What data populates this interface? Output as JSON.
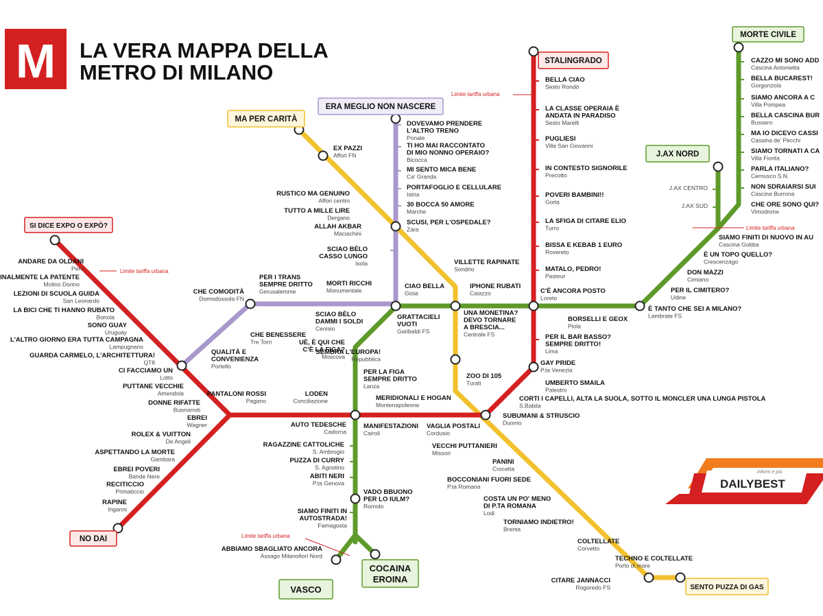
{
  "title": {
    "line1": "LA VERA MAPPA DELLA",
    "line2": "METRO DI MILANO",
    "logo_letter": "M"
  },
  "brand": {
    "name": "DAILYBEST",
    "tagline": "inform e più"
  },
  "tariff_label": "Limite tariffa urbana",
  "colors": {
    "red": "#d42020",
    "yellow": "#f2c12e",
    "green": "#5e9a2a",
    "purple": "#a898cc",
    "logo": "#d42020"
  },
  "terminals": {
    "stalingrado": "STALINGRADO",
    "morte_civile": "MORTE CIVILE",
    "jax_nord": "J.AX NORD",
    "ma_per_carita": "MA PER CARITÀ",
    "era_meglio": "ERA MEGLIO NON NASCERE",
    "si_dice_expo": "SI DICE EXPO O EXPÒ?",
    "no_dai": "NO DAI",
    "vasco": "VASCO",
    "cocaina_1": "COCAINA",
    "cocaina_2": "EROINA",
    "sento_puzza": "SENTO PUZZA DI GAS"
  },
  "side_labels": {
    "jax_centro": "J.AX CENTRO",
    "jax_sud": "J.AX SUD"
  },
  "stations": [
    {
      "t": [
        "BELLA CIAO"
      ],
      "s": "Sesto Rondò"
    },
    {
      "t": [
        "LA CLASSE OPERAIA È",
        "ANDATA IN PARADISO"
      ],
      "s": "Sesto Marelli"
    },
    {
      "t": [
        "PUGLIESI"
      ],
      "s": "Villa San Giovanni"
    },
    {
      "t": [
        "IN CONTESTO SIGNORILE"
      ],
      "s": "Precotto"
    },
    {
      "t": [
        "POVERI BAMBINI!!"
      ],
      "s": "Gorla"
    },
    {
      "t": [
        "LA SFIGA DI CITARE ELIO"
      ],
      "s": "Turro"
    },
    {
      "t": [
        "BISSA E KEBAB 1 EURO"
      ],
      "s": "Rovereto"
    },
    {
      "t": [
        "MATALO, PEDRO!"
      ],
      "s": "Pasteur"
    },
    {
      "t": [
        "C'È ANCORA POSTO"
      ],
      "s": "Loreto"
    },
    {
      "t": [
        "BORSELLI E GEOX"
      ],
      "s": "Piola"
    },
    {
      "t": [
        "PER IL BAR BASSO?",
        "SEMPRE DRITTO!"
      ],
      "s": "Lima"
    },
    {
      "t": [
        "GAY PRIDE"
      ],
      "s": "P.ta Venezia"
    },
    {
      "t": [
        "UMBERTO SMAILA"
      ],
      "s": "Palestro"
    },
    {
      "t": [
        "CORTI I CAPELLI, ALTA LA SUOLA, SOTTO IL MONCLER UNA LUNGA PISTOLA"
      ],
      "s": "S.Babila"
    },
    {
      "t": [
        "SUBUMANI & STRUSCIO"
      ],
      "s": "Duomo"
    },
    {
      "t": [
        "CAZZO MI SONO ADD"
      ],
      "s": "Cascina Antonietta"
    },
    {
      "t": [
        "BELLA BUCAREST!"
      ],
      "s": "Gorgonzola"
    },
    {
      "t": [
        "SIAMO ANCORA A C"
      ],
      "s": "Villa Pompea"
    },
    {
      "t": [
        "BELLA CASCINA BUR"
      ],
      "s": "Bussero"
    },
    {
      "t": [
        "MA IO DICEVO CASSI"
      ],
      "s": "Cassina de' Pecchi"
    },
    {
      "t": [
        "SIAMO TORNATI A CA"
      ],
      "s": "Villa Fiorita"
    },
    {
      "t": [
        "PARLA ITALIANO?"
      ],
      "s": "Cernusco S.N."
    },
    {
      "t": [
        "NON SDRAIARSI SUI"
      ],
      "s": "Cascina Burrona"
    },
    {
      "t": [
        "CHE ORE SONO QUI?"
      ],
      "s": "Vimodrone"
    },
    {
      "t": [
        "SIAMO FINITI DI NUOVO IN AU"
      ],
      "s": "Cascina Gobba"
    },
    {
      "t": [
        "È UN TOPO QUELLO?"
      ],
      "s": "Crescenzago"
    },
    {
      "t": [
        "DON MAZZI"
      ],
      "s": "Cimiano"
    },
    {
      "t": [
        "PER IL CIMITERO?"
      ],
      "s": "Udine"
    },
    {
      "t": [
        "È TANTO CHE SEI A MILANO?"
      ],
      "s": "Lambrate FS"
    },
    {
      "t": [
        "EX PAZZI"
      ],
      "s": "Affori FN"
    },
    {
      "t": [
        "RUSTICO MA GENUINO"
      ],
      "s": "Affori centro"
    },
    {
      "t": [
        "TUTTO A MILLE LIRE"
      ],
      "s": "Dergano"
    },
    {
      "t": [
        "ALLAH AKBAR"
      ],
      "s": "Maciachini"
    },
    {
      "t": [
        "SCIAO BÈLO",
        "CASSO LUNGO"
      ],
      "s": "Isola"
    },
    {
      "t": [
        "DOVEVAMO PRENDERE",
        "L'ALTRO TRENO"
      ],
      "s": "Ponale"
    },
    {
      "t": [
        "TI HO MAI RACCONTATO",
        "DI MIO NONNO OPERAIO?"
      ],
      "s": "Bicocca"
    },
    {
      "t": [
        "MI SENTO MICA BENE"
      ],
      "s": "Ca' Granda"
    },
    {
      "t": [
        "PORTAFOGLIO E CELLULARE"
      ],
      "s": "Istria"
    },
    {
      "t": [
        "30 BOCCA 50 AMORE"
      ],
      "s": "Marche"
    },
    {
      "t": [
        "SCUSI, PER L'OSPEDALE?"
      ],
      "s": "Zara"
    },
    {
      "t": [
        "VILLETTE RAPINATE"
      ],
      "s": "Sondrio"
    },
    {
      "t": [
        "CIAO BELLA"
      ],
      "s": "Gioia"
    },
    {
      "t": [
        "IPHONE RUBATI"
      ],
      "s": "Caiazzo"
    },
    {
      "t": [
        "UNA MONETINA?",
        "DEVO TORNARE",
        "A BRESCIA..."
      ],
      "s": "Centrale FS"
    },
    {
      "t": [
        "GRATTACIELI",
        "VUOTI"
      ],
      "s": "Garibaldi FS"
    },
    {
      "t": [
        "MORTI RICCHI"
      ],
      "s": "Monumentale"
    },
    {
      "t": [
        "PER I TRANS",
        "SEMPRE DRITTO"
      ],
      "s": "Gerusalemme"
    },
    {
      "t": [
        "SCIAO BÈLO",
        "DAMMI I SOLDI"
      ],
      "s": "Cenisio"
    },
    {
      "t": [
        "CHE COMODITÀ"
      ],
      "s": "Domodossola FN"
    },
    {
      "t": [
        "CHE BENESSERE"
      ],
      "s": "Tre Torri"
    },
    {
      "t": [
        "QUALITÀ E",
        "CONVENIENZA"
      ],
      "s": "Portello"
    },
    {
      "t": [
        "SEMBRA L'EUROPA!"
      ],
      "s": "Repubblica"
    },
    {
      "t": [
        "ZOO DI 105"
      ],
      "s": "Turati"
    },
    {
      "t": [
        "MERIDIONALI E HOGAN"
      ],
      "s": "Montenapoleone"
    },
    {
      "t": [
        "UÈ, È QUI CHE",
        "C'È LA FIGA?"
      ],
      "s": "Moscova"
    },
    {
      "t": [
        "PER LA FIGA",
        "SEMPRE DRITTO"
      ],
      "s": "Lanza"
    },
    {
      "t": [
        "PANTALONI ROSSI"
      ],
      "s": "Pagano"
    },
    {
      "t": [
        "LODEN"
      ],
      "s": "Conciliazione"
    },
    {
      "t": [
        "AUTO TEDESCHE"
      ],
      "s": "Cadorna"
    },
    {
      "t": [
        "MANIFESTAZIONI"
      ],
      "s": "Cairoli"
    },
    {
      "t": [
        "VAGLIA POSTALI"
      ],
      "s": "Cordusio"
    },
    {
      "t": [
        "RAGAZZINE CATTOLICHE"
      ],
      "s": "S. Ambrogio"
    },
    {
      "t": [
        "PUZZA DI CURRY"
      ],
      "s": "S. Agostino"
    },
    {
      "t": [
        "ABITI NERI"
      ],
      "s": "P.ta Genova"
    },
    {
      "t": [
        "VADO BBUONO",
        "PER LO IULM?"
      ],
      "s": "Romolo"
    },
    {
      "t": [
        "SIAMO FINITI IN",
        "AUTOSTRADA!"
      ],
      "s": "Famagosta"
    },
    {
      "t": [
        "ABBIAMO SBAGLIATO ANCORA"
      ],
      "s": "Assago Milanofiori Nord"
    },
    {
      "t": [
        "VECCHI PUTTANIERI"
      ],
      "s": "Missori"
    },
    {
      "t": [
        "PANINI"
      ],
      "s": "Crocetta"
    },
    {
      "t": [
        "BOCCONIANI FUORI SEDE"
      ],
      "s": "P.ta Romana"
    },
    {
      "t": [
        "COSTA UN PO' MENO",
        "DI P.TA ROMANA"
      ],
      "s": "Lodi"
    },
    {
      "t": [
        "TORNIAMO INDIETRO!"
      ],
      "s": "Brenta"
    },
    {
      "t": [
        "COLTELLATE"
      ],
      "s": "Corvetto"
    },
    {
      "t": [
        "TECHNO E COLTELLATE"
      ],
      "s": "Porto di mare"
    },
    {
      "t": [
        "CITARE JANNACCI"
      ],
      "s": "Rogoredo FS"
    },
    {
      "t": [
        "ANDARE DA OLDANI"
      ],
      "s": "Pero"
    },
    {
      "t": [
        "FINALMENTE LA PATENTE"
      ],
      "s": "Molino Dorino"
    },
    {
      "t": [
        "LEZIONI DI SCUOLA GUIDA"
      ],
      "s": "San Leonardo"
    },
    {
      "t": [
        "LA BICI CHE TI HANNO RUBATO"
      ],
      "s": "Bonola"
    },
    {
      "t": [
        "SONO GUAY"
      ],
      "s": "Uruguay"
    },
    {
      "t": [
        "L'ALTRO GIORNO ERA TUTTA CAMPAGNA"
      ],
      "s": "Lampugnano"
    },
    {
      "t": [
        "GUARDA CARMELO, L'ARCHITETTURA!"
      ],
      "s": "QT8"
    },
    {
      "t": [
        "CI FACCIAMO UN"
      ],
      "s": "Lotto"
    },
    {
      "t": [
        "PUTTANE VECCHIE"
      ],
      "s": "Amendola"
    },
    {
      "t": [
        "DONNE RIFATTE"
      ],
      "s": "Buonarroti"
    },
    {
      "t": [
        "EBREI"
      ],
      "s": "Wagner"
    },
    {
      "t": [
        "ROLEX & VUITTON"
      ],
      "s": "De Angeli"
    },
    {
      "t": [
        "ASPETTANDO LA MORTE"
      ],
      "s": "Gambara"
    },
    {
      "t": [
        "EBREI POVERI"
      ],
      "s": "Bande Nere"
    },
    {
      "t": [
        "RECITICCIO"
      ],
      "s": "Primaticcio"
    },
    {
      "t": [
        "RAPINE"
      ],
      "s": "Inganni"
    }
  ]
}
